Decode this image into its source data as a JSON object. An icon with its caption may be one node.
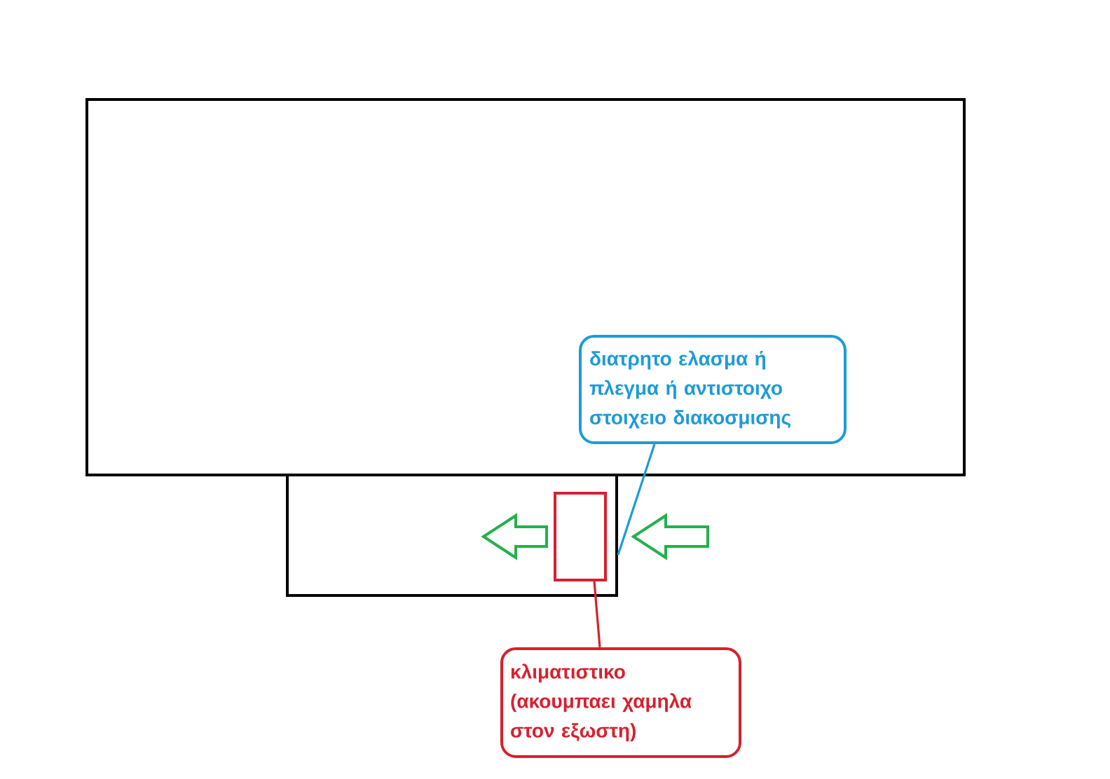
{
  "diagram": {
    "nodes": [
      {
        "text": [],
        "shape": "box"
      },
      {
        "text": [],
        "shape": "box"
      },
      {
        "text": [
          "διατρητο ελασμα ή πλεγμα ή αντιστοιχο στοιχειο διακοσμισης"
        ],
        "in": 0
      },
      {
        "text": [],
        "shape": "box",
        "in": 1
      },
      {
        "text": [
          "κλιματιστικο (ακουμπαει χαμηλα στον εξωστη)"
        ]
      }
    ],
    "edges": [
      {
        "from": 2,
        "to": 1,
        "arrow": "none",
        "color": "#1d9bd7"
      },
      {
        "from": 4,
        "to": 3,
        "arrow": "none",
        "color": "#d7202f"
      }
    ]
  }
}
